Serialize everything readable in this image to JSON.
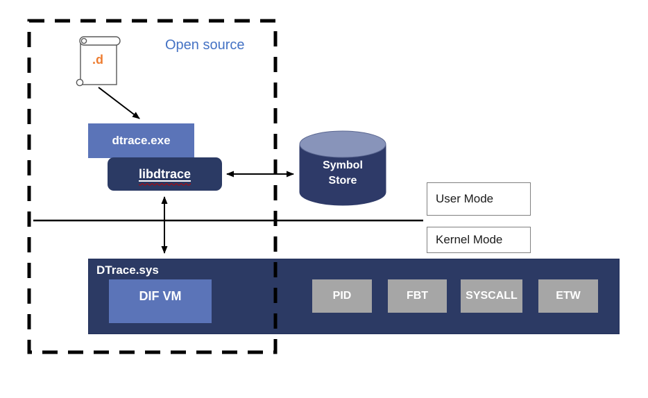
{
  "labels": {
    "open_source": "Open source",
    "script_file": ".d"
  },
  "boxes": {
    "dtrace_exe": "dtrace.exe",
    "libdtrace": "libdtrace",
    "symbol_store": "Symbol\nStore",
    "user_mode": "User Mode",
    "kernel_mode": "Kernel Mode",
    "dtrace_sys": "DTrace.sys",
    "dif_vm": "DIF VM"
  },
  "providers": [
    "PID",
    "FBT",
    "SYSCALL",
    "ETW"
  ],
  "icons": {
    "script_scroll": "scroll-document-icon",
    "symbol_store": "database-cylinder-icon"
  },
  "colors": {
    "medium_blue": "#5B74B8",
    "dark_navy": "#2C3A64",
    "cylinder_top": "#8894BA",
    "provider_gray": "#A6A6A6",
    "open_source_text": "#4472C4",
    "script_text": "#ED7D31",
    "spellcheck_red": "#C00000",
    "arrow_black": "#000000"
  }
}
